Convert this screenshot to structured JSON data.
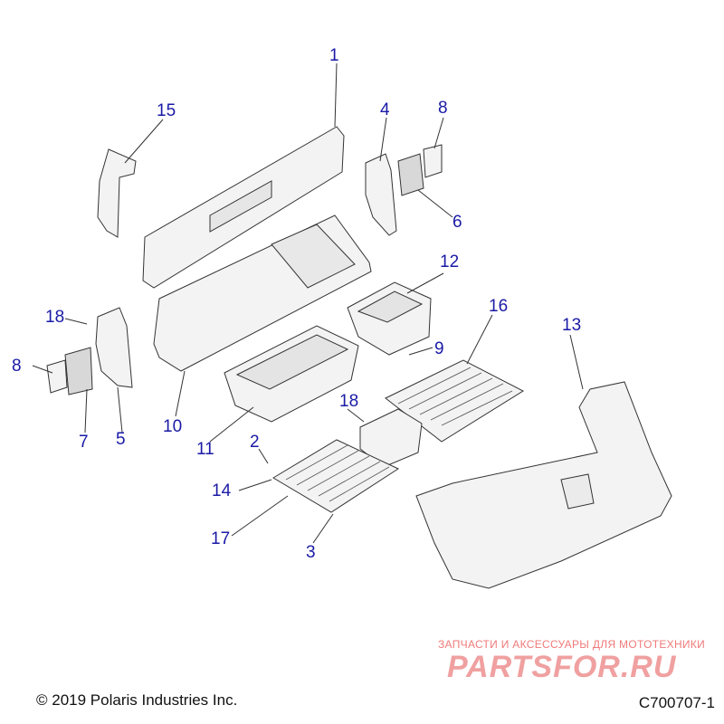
{
  "callouts": [
    {
      "id": "c1",
      "label": "1"
    },
    {
      "id": "c2",
      "label": "2"
    },
    {
      "id": "c3",
      "label": "3"
    },
    {
      "id": "c4",
      "label": "4"
    },
    {
      "id": "c5",
      "label": "5"
    },
    {
      "id": "c6",
      "label": "6"
    },
    {
      "id": "c7",
      "label": "7"
    },
    {
      "id": "c8a",
      "label": "8"
    },
    {
      "id": "c8b",
      "label": "8"
    },
    {
      "id": "c9",
      "label": "9"
    },
    {
      "id": "c10",
      "label": "10"
    },
    {
      "id": "c11",
      "label": "11"
    },
    {
      "id": "c12",
      "label": "12"
    },
    {
      "id": "c13",
      "label": "13"
    },
    {
      "id": "c14",
      "label": "14"
    },
    {
      "id": "c15",
      "label": "15"
    },
    {
      "id": "c16",
      "label": "16"
    },
    {
      "id": "c17",
      "label": "17"
    },
    {
      "id": "c18a",
      "label": "18"
    },
    {
      "id": "c18b",
      "label": "18"
    }
  ],
  "footer": {
    "copyright": "© 2019 Polaris Industries Inc.",
    "doc_id": "C700707-1"
  },
  "watermark": {
    "tagline": "ЗАПЧАСТИ И АКСЕССУАРЫ ДЛЯ МОТОТЕХНИКИ",
    "logo": "PARTSFOR.RU"
  },
  "colors": {
    "callout": "#1a1aa6",
    "line": "#333333",
    "part_fill": "#f2f2f2",
    "watermark": "#f07a7a"
  }
}
